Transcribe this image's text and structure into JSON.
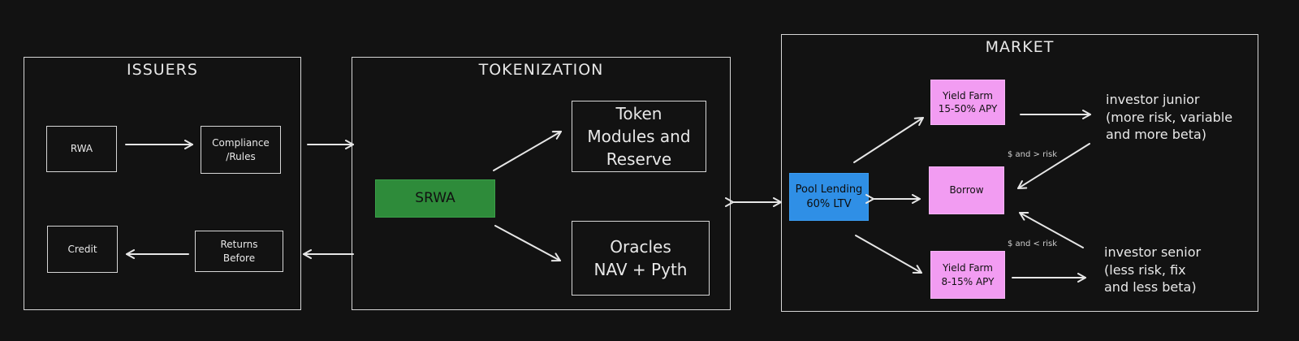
{
  "panels": {
    "issuers": "ISSUERS",
    "tokenization": "TOKENIZATION",
    "market": "MARKET"
  },
  "boxes": {
    "rwa": "RWA",
    "compliance": "Compliance\n/Rules",
    "credit": "Credit",
    "returns": "Returns\nBefore",
    "srwa": "SRWA",
    "token_modules": "Token\nModules and\nReserve",
    "oracles": "Oracles\nNAV + Pyth",
    "pool_lending": "Pool Lending\n60% LTV",
    "yield_farm_junior": "Yield Farm\n15-50% APY",
    "borrow": "Borrow",
    "yield_farm_senior": "Yield Farm\n8-15% APY"
  },
  "labels": {
    "investor_junior": "investor junior\n(more risk, variable\nand more beta)",
    "investor_senior": "investor senior\n(less risk,  fix\nand less beta)",
    "junior_risk": "$ and > risk",
    "senior_risk": "$ and < risk"
  },
  "colors": {
    "background": "#121212",
    "srwa": "#2e8b3a",
    "pool_lending": "#2f8fe6",
    "yield_farm": "#f29cf2"
  }
}
